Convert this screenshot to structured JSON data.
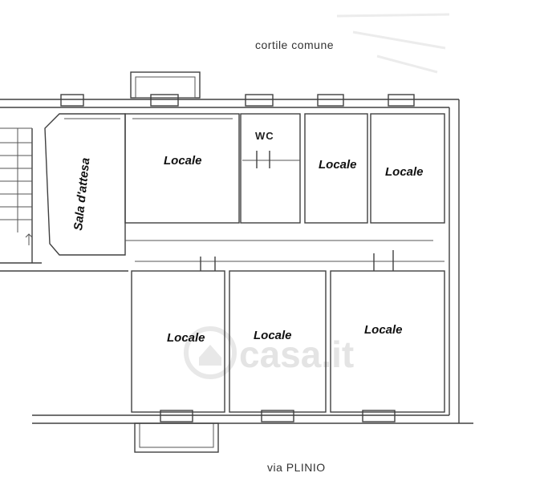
{
  "plan": {
    "top_label": "cortile comune",
    "bottom_label": "via PLINIO",
    "rooms": {
      "waiting": "Sala d'attesa",
      "wc": "WC",
      "top_left": "Locale",
      "top_mid": "Locale",
      "top_right": "Locale",
      "bottom_left": "Locale",
      "bottom_mid": "Locale",
      "bottom_right": "Locale"
    },
    "watermark": "casa.it",
    "colors": {
      "walls": "#404040",
      "labels": "#111111",
      "watermark": "#e2e2e2"
    }
  }
}
